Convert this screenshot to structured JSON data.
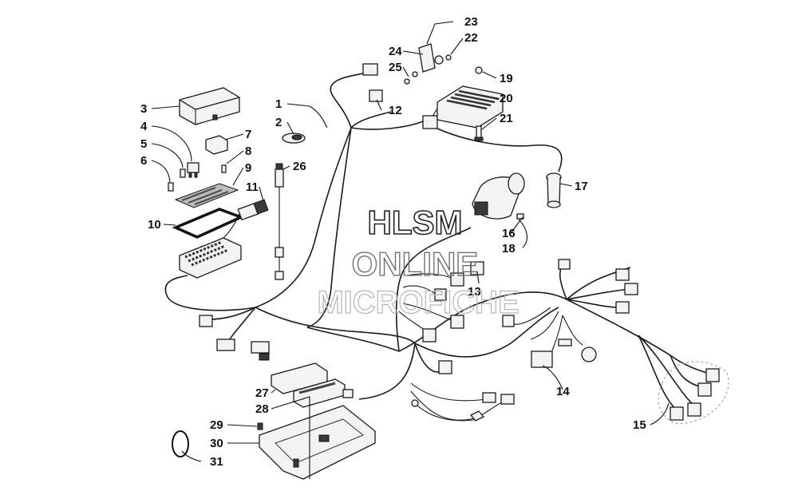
{
  "watermark": {
    "line1": "HLSM",
    "line2": "ONLINE",
    "line3": "MICROFICHE"
  },
  "callouts": [
    "1",
    "2",
    "3",
    "4",
    "5",
    "6",
    "7",
    "8",
    "9",
    "10",
    "11",
    "12",
    "13",
    "14",
    "15",
    "16",
    "17",
    "18",
    "19",
    "20",
    "21",
    "22",
    "23",
    "24",
    "25",
    "26",
    "27",
    "28",
    "29",
    "30",
    "31"
  ]
}
